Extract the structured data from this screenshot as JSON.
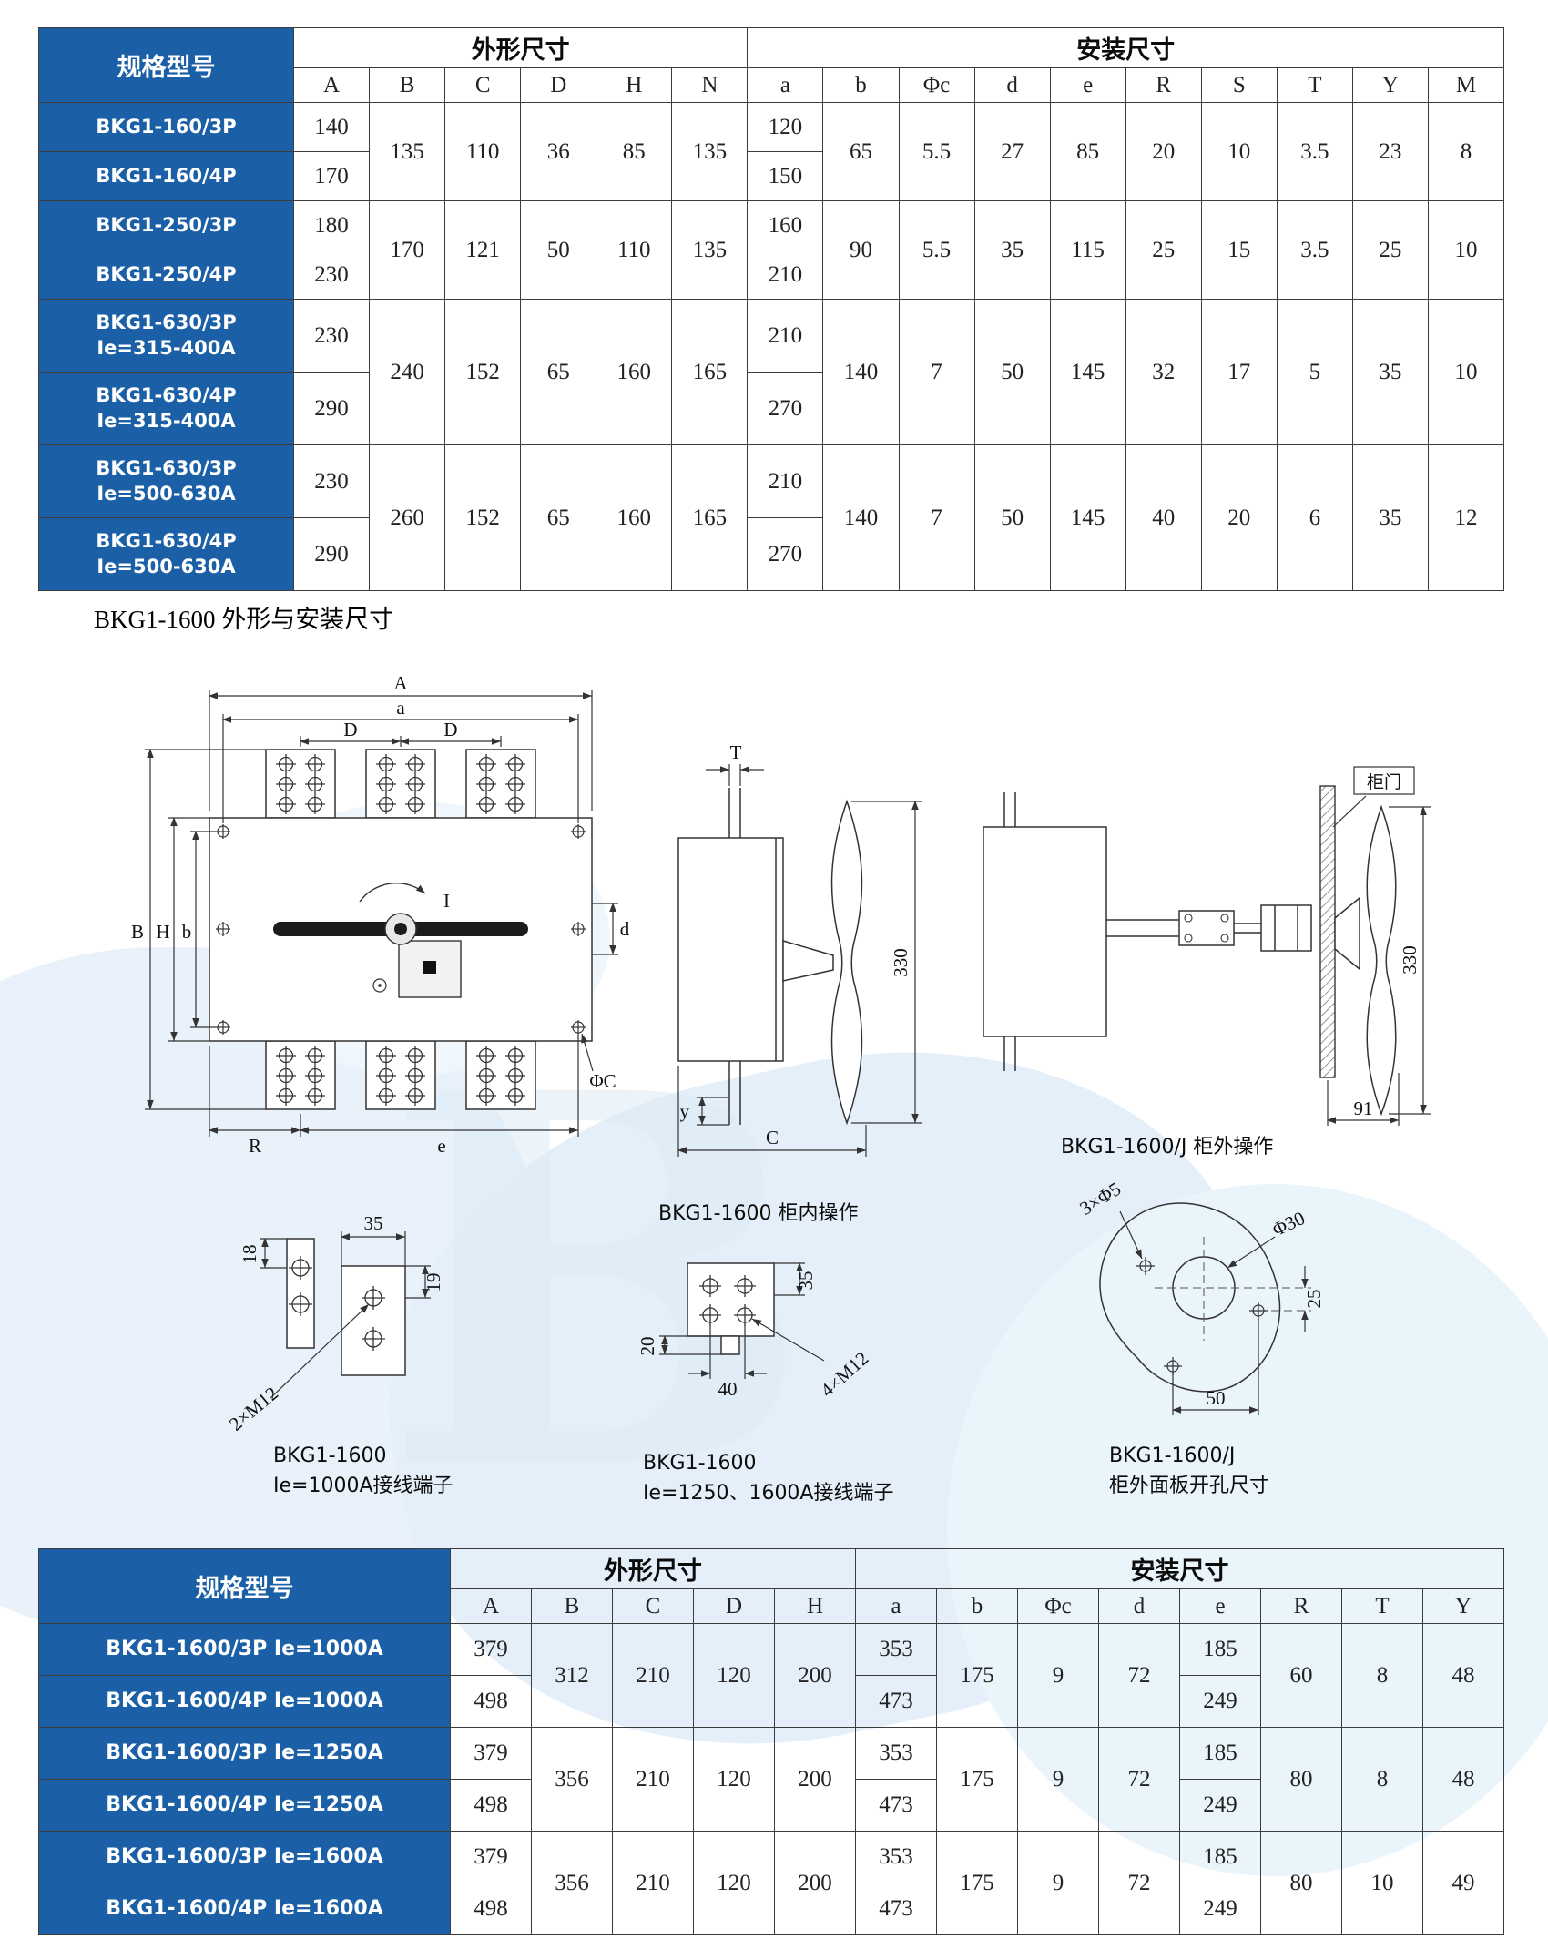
{
  "page": {
    "accent_blue": "#1b60a6",
    "watermark_blue": "#e4eff9",
    "background": "#ffffff"
  },
  "t1": {
    "spec": "规格型号",
    "outline": "外形尺寸",
    "install": "安装尺寸",
    "cols": [
      "A",
      "B",
      "C",
      "D",
      "H",
      "N",
      "a",
      "b",
      "Φc",
      "d",
      "e",
      "R",
      "S",
      "T",
      "Y",
      "M"
    ],
    "g": [
      {
        "m1": "BKG1-160/3P",
        "m2": "BKG1-160/4P",
        "A1": "140",
        "A2": "170",
        "a1": "120",
        "a2": "150",
        "B": "135",
        "C": "110",
        "D": "36",
        "H": "85",
        "N": "135",
        "b": "65",
        "c": "5.5",
        "d": "27",
        "e": "85",
        "R": "20",
        "S": "10",
        "T": "3.5",
        "Y": "23",
        "M": "8"
      },
      {
        "m1": "BKG1-250/3P",
        "m2": "BKG1-250/4P",
        "A1": "180",
        "A2": "230",
        "a1": "160",
        "a2": "210",
        "B": "170",
        "C": "121",
        "D": "50",
        "H": "110",
        "N": "135",
        "b": "90",
        "c": "5.5",
        "d": "35",
        "e": "115",
        "R": "25",
        "S": "15",
        "T": "3.5",
        "Y": "25",
        "M": "10"
      },
      {
        "m1": "BKG1-630/3P",
        "s1": "Ie=315-400A",
        "m2": "BKG1-630/4P",
        "s2": "Ie=315-400A",
        "A1": "230",
        "A2": "290",
        "a1": "210",
        "a2": "270",
        "B": "240",
        "C": "152",
        "D": "65",
        "H": "160",
        "N": "165",
        "b": "140",
        "c": "7",
        "d": "50",
        "e": "145",
        "R": "32",
        "S": "17",
        "T": "5",
        "Y": "35",
        "M": "10"
      },
      {
        "m1": "BKG1-630/3P",
        "s1": "Ie=500-630A",
        "m2": "BKG1-630/4P",
        "s2": "Ie=500-630A",
        "A1": "230",
        "A2": "290",
        "a1": "210",
        "a2": "270",
        "B": "260",
        "C": "152",
        "D": "65",
        "H": "160",
        "N": "165",
        "b": "140",
        "c": "7",
        "d": "50",
        "e": "145",
        "R": "40",
        "S": "20",
        "T": "6",
        "Y": "35",
        "M": "12"
      }
    ]
  },
  "section": {
    "title": "BKG1-1600 外形与安装尺寸"
  },
  "front": {
    "A": "A",
    "a": "a",
    "D1": "D",
    "D2": "D",
    "B": "B",
    "H": "H",
    "b": "b",
    "d": "d",
    "phiC": "ΦC",
    "R": "R",
    "e": "e",
    "mark": "I"
  },
  "side": {
    "T": "T",
    "h": "330",
    "y": "y",
    "C": "C",
    "caption": "BKG1-1600 柜内操作"
  },
  "door": {
    "label": "柜门",
    "h": "330",
    "w": "91",
    "caption": "BKG1-1600/J 柜外操作"
  },
  "term1": {
    "d18": "18",
    "d35": "35",
    "d19": "19",
    "bolt": "2×M12",
    "cap1": "BKG1-1600",
    "cap2": "Ie=1000A接线端子"
  },
  "term2": {
    "d35": "35",
    "d20": "20",
    "d40": "40",
    "bolt": "4×M12",
    "cap1": "BKG1-1600",
    "cap2": "Ie=1250、1600A接线端子"
  },
  "cutout": {
    "holes": "3×Φ5",
    "dia": "Φ30",
    "d25": "25",
    "d50": "50",
    "cap1": "BKG1-1600/J",
    "cap2": "柜外面板开孔尺寸"
  },
  "t2": {
    "spec": "规格型号",
    "outline": "外形尺寸",
    "install": "安装尺寸",
    "cols": [
      "A",
      "B",
      "C",
      "D",
      "H",
      "a",
      "b",
      "Φc",
      "d",
      "e",
      "R",
      "T",
      "Y"
    ],
    "g": [
      {
        "m1": "BKG1-1600/3P Ie=1000A",
        "m2": "BKG1-1600/4P Ie=1000A",
        "A1": "379",
        "A2": "498",
        "a1": "353",
        "a2": "473",
        "e1": "185",
        "e2": "249",
        "B": "312",
        "C": "210",
        "D": "120",
        "H": "200",
        "b": "175",
        "c": "9",
        "d": "72",
        "R": "60",
        "T": "8",
        "Y": "48"
      },
      {
        "m1": "BKG1-1600/3P Ie=1250A",
        "m2": "BKG1-1600/4P Ie=1250A",
        "A1": "379",
        "A2": "498",
        "a1": "353",
        "a2": "473",
        "e1": "185",
        "e2": "249",
        "B": "356",
        "C": "210",
        "D": "120",
        "H": "200",
        "b": "175",
        "c": "9",
        "d": "72",
        "R": "80",
        "T": "8",
        "Y": "48"
      },
      {
        "m1": "BKG1-1600/3P Ie=1600A",
        "m2": "BKG1-1600/4P Ie=1600A",
        "A1": "379",
        "A2": "498",
        "a1": "353",
        "a2": "473",
        "e1": "185",
        "e2": "249",
        "B": "356",
        "C": "210",
        "D": "120",
        "H": "200",
        "b": "175",
        "c": "9",
        "d": "72",
        "R": "80",
        "T": "10",
        "Y": "49"
      }
    ]
  }
}
